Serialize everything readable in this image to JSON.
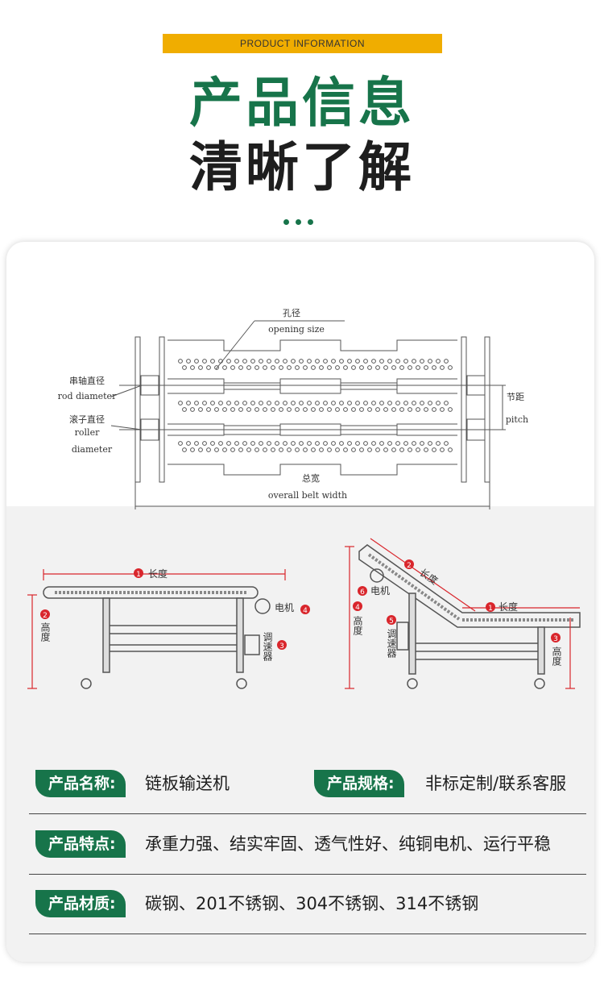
{
  "header": {
    "banner": "PRODUCT INFORMATION",
    "title_line1": "产品信息",
    "title_line2": "清晰了解"
  },
  "chain_diagram": {
    "opening_size_cn": "孔径",
    "opening_size_en": "opening size",
    "rod_diameter_cn": "串轴直径",
    "rod_diameter_en": "rod diameter",
    "roller_cn": "滚子直径",
    "roller_en": "roller",
    "diameter_en": "diameter",
    "pitch_cn": "节距",
    "pitch_en": "pitch",
    "overall_width_cn": "总宽",
    "overall_width_en": "overall belt width"
  },
  "machine_flat": {
    "length": "长度",
    "height": "高度",
    "motor": "电机",
    "speed_regulator": "调速器",
    "n1": "1",
    "n2": "2",
    "n3": "3",
    "n4": "4"
  },
  "machine_incline": {
    "length_upper": "长度",
    "length_lower": "长度",
    "motor": "电机",
    "height_left": "高度",
    "height_right": "高度",
    "speed_regulator": "调速器",
    "n_motor": "6",
    "n_len_upper": "2",
    "n_height_left": "4",
    "n_len_lower": "1",
    "n_speed": "5",
    "n_height_right": "3"
  },
  "info": {
    "name_label": "产品名称:",
    "name_value": "链板输送机",
    "spec_label": "产品规格:",
    "spec_value": "非标定制/联系客服",
    "feature_label": "产品特点:",
    "feature_value": "承重力强、结实牢固、透气性好、纯铜电机、运行平稳",
    "material_label": "产品材质:",
    "material_value": "碳钢、201不锈钢、304不锈钢、314不锈钢"
  },
  "colors": {
    "accent_green": "#17744a",
    "banner_yellow": "#f0ad00",
    "dimension_red": "#d9262c"
  }
}
